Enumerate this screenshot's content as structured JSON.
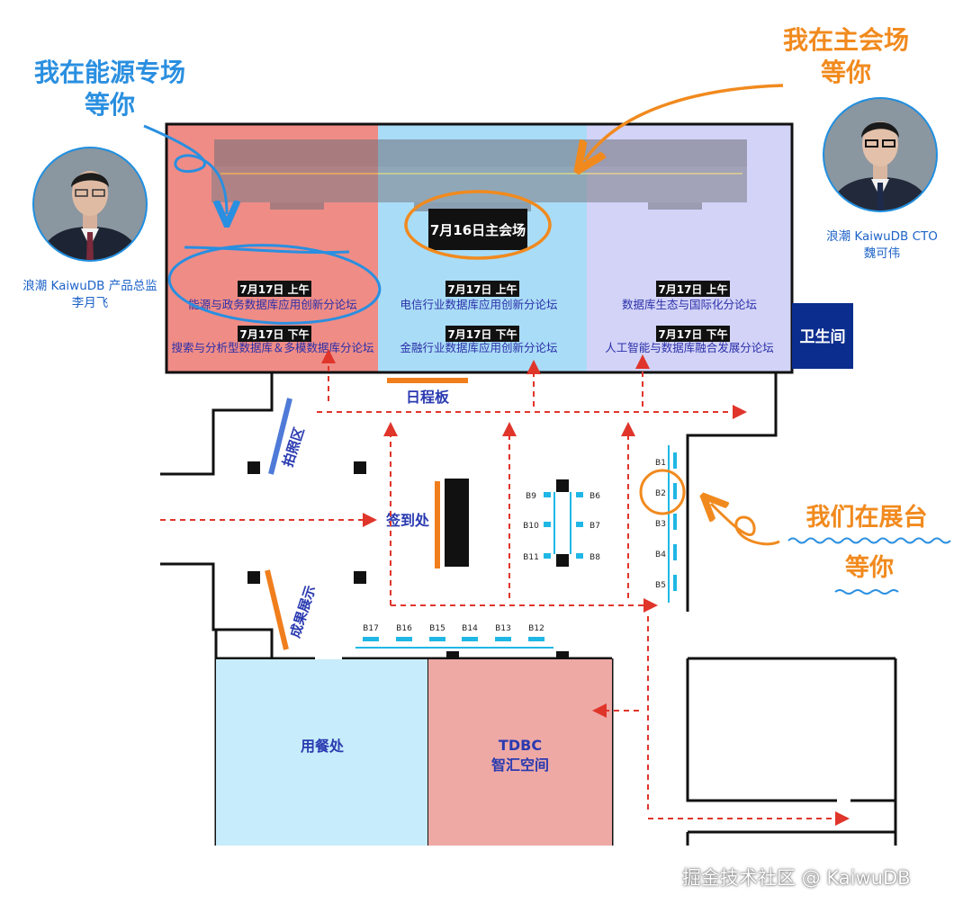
{
  "colors": {
    "energy_hall": "#ef8c86",
    "main_hall": "#a9dcf7",
    "global_hall": "#d2d3f7",
    "restroom": "#0b2d8e",
    "dining": "#c7ecfb",
    "tdbc": "#eea9a5",
    "accent_orange": "#f18a1e",
    "accent_blue": "#2a8fe0",
    "arrow_red": "#e0352b",
    "booth_cyan": "#1fb7e6"
  },
  "annotations": {
    "energy_line1": "我在能源专场",
    "energy_line2": "等你",
    "main_line1": "我在主会场",
    "main_line2": "等你",
    "booth_line1": "我们在展台",
    "booth_line2": "等你"
  },
  "speakers": {
    "left": {
      "line1": "浪潮 KaiwuDB 产品总监",
      "line2": "李月飞"
    },
    "right": {
      "line1": "浪潮 KaiwuDB CTO",
      "line2": "魏可伟"
    }
  },
  "halls": {
    "main_label": "7月16日主会场",
    "energy": {
      "am_tag": "7月17日 上午",
      "am_title": "能源与政务数据库应用创新分论坛",
      "pm_tag": "7月17日 下午",
      "pm_title": "搜索与分析型数据库＆多模数据库分论坛"
    },
    "main": {
      "am_tag": "7月17日 上午",
      "am_title": "电信行业数据库应用创新分论坛",
      "pm_tag": "7月17日 下午",
      "pm_title": "金融行业数据库应用创新分论坛"
    },
    "global": {
      "am_tag": "7月17日 上午",
      "am_title": "数据库生态与国际化分论坛",
      "pm_tag": "7月17日 下午",
      "pm_title": "人工智能与数据库融合发展分论坛"
    },
    "restroom": "卫生间"
  },
  "floor": {
    "schedule_board": "日程板",
    "photo_zone": "拍照区",
    "checkin": "签到处",
    "showcase": "成果展示",
    "dining": "用餐处",
    "tdbc_line1": "TDBC",
    "tdbc_line2": "智汇空间"
  },
  "booths": {
    "right_column": [
      "B1",
      "B2",
      "B3",
      "B4",
      "B5"
    ],
    "center_left": [
      "B9",
      "B10",
      "B11"
    ],
    "center_right": [
      "B6",
      "B7",
      "B8"
    ],
    "bottom_row": [
      "B17",
      "B16",
      "B15",
      "B14",
      "B13",
      "B12"
    ]
  },
  "watermark": "掘金技术社区 @ KaiwuDB"
}
